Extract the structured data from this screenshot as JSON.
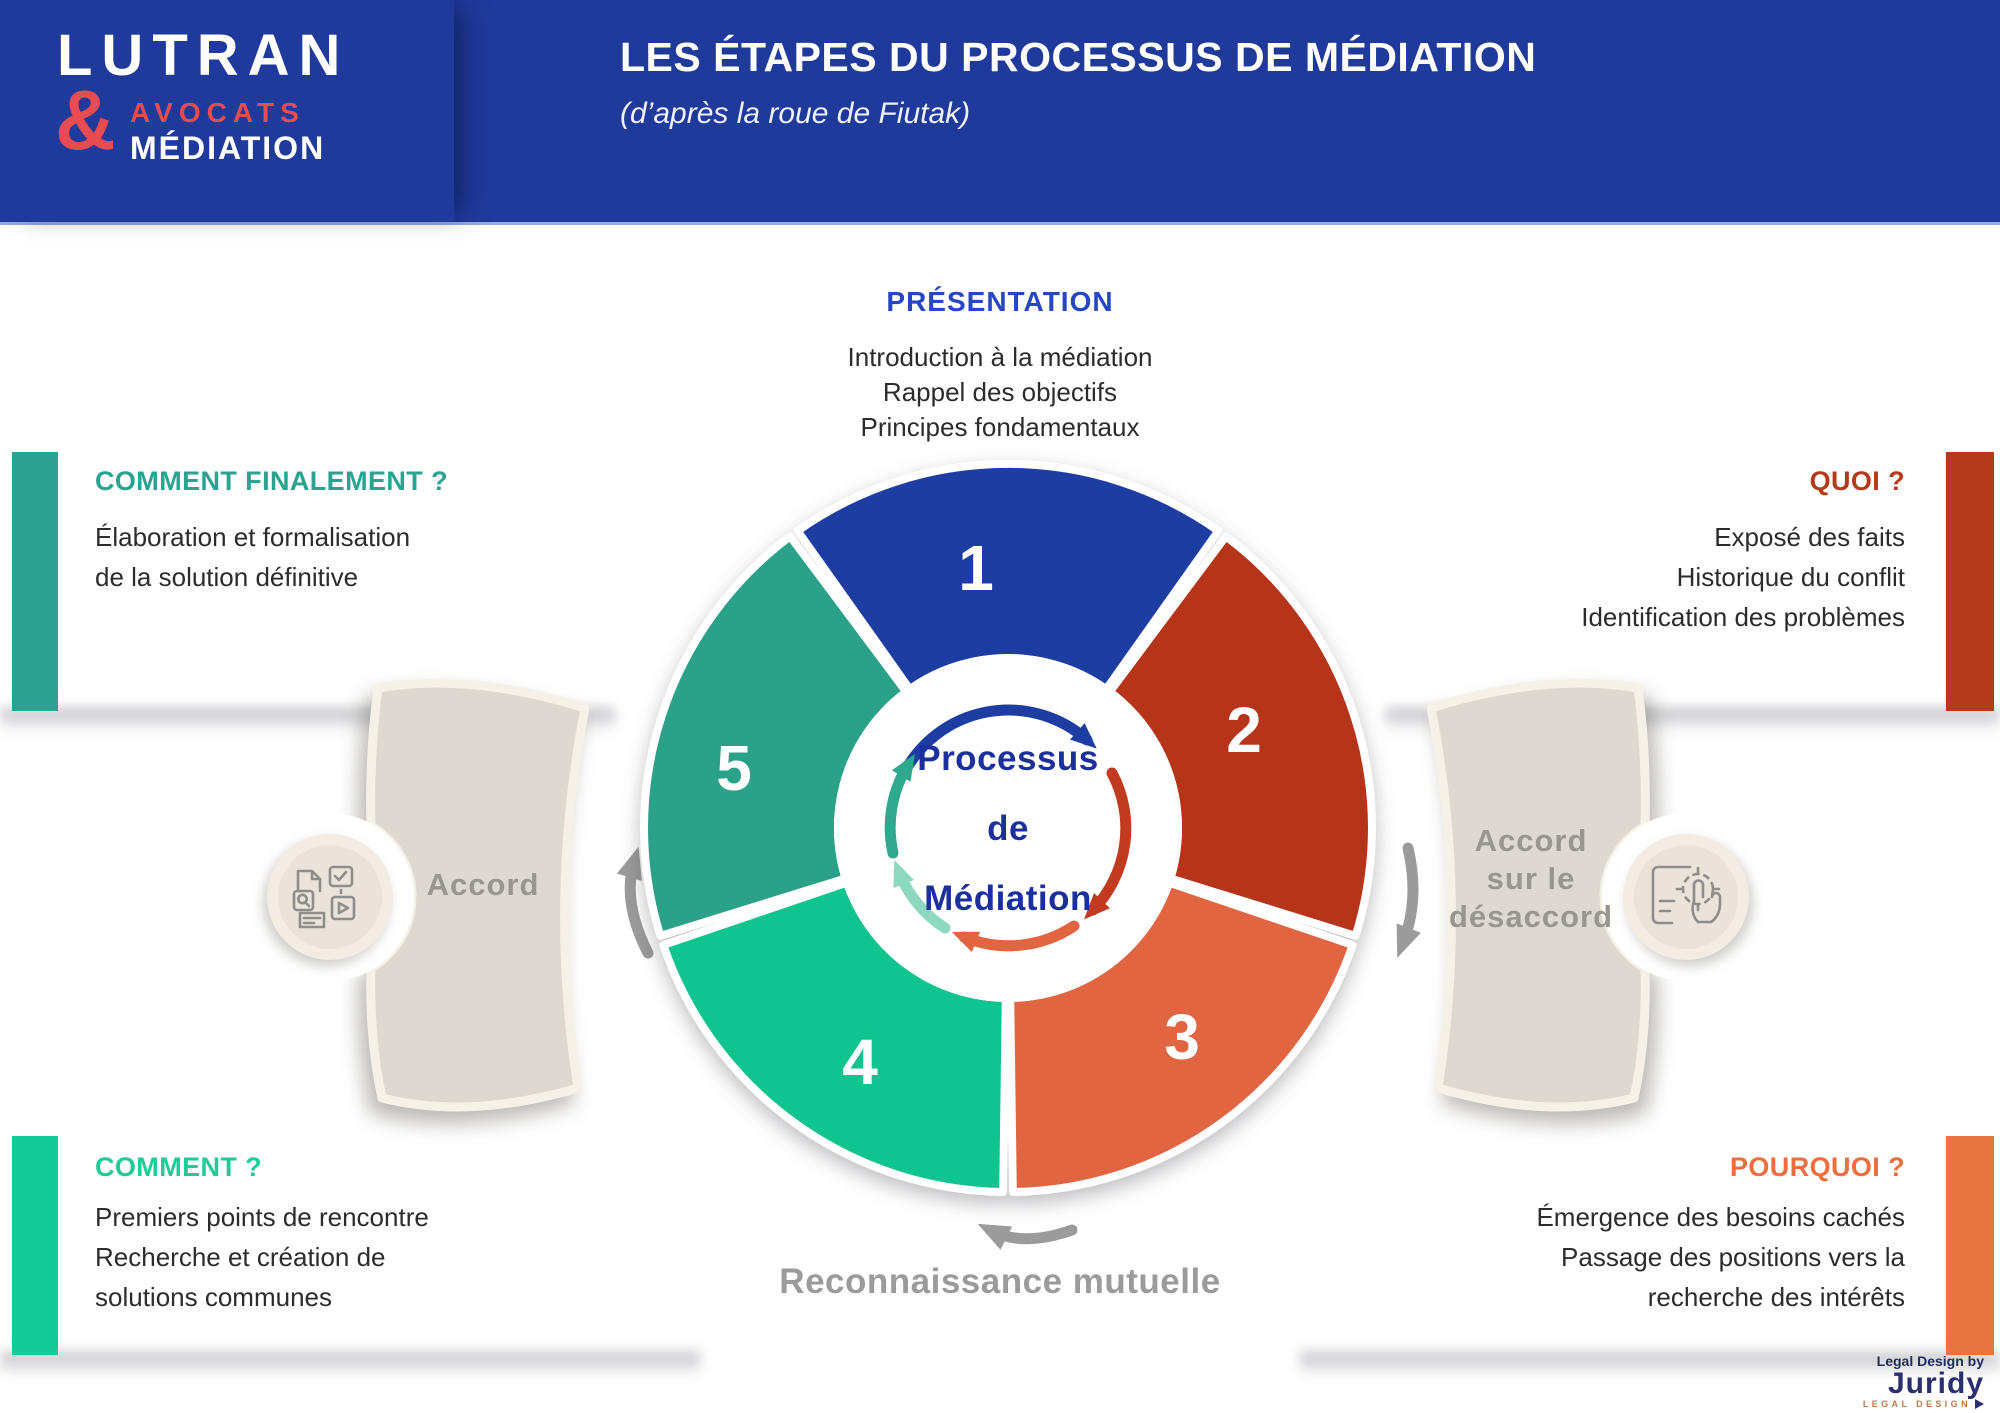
{
  "header": {
    "logo": {
      "line1": "LUTRAN",
      "ampersand": "&",
      "line2": "AVOCATS",
      "line3": "MÉDIATION"
    },
    "title": "LES ÉTAPES DU PROCESSUS DE MÉDIATION",
    "subtitle": "(d’après la roue de Fiutak)"
  },
  "presentation": {
    "title": "PRÉSENTATION",
    "lines": [
      "Introduction à la médiation",
      "Rappel des objectifs",
      "Principes fondamentaux"
    ]
  },
  "cards": {
    "comment_finalement": {
      "title": "COMMENT FINALEMENT ?",
      "lines": [
        "Élaboration et formalisation",
        "de la solution définitive"
      ]
    },
    "quoi": {
      "title": "QUOI ?",
      "lines": [
        "Exposé des faits",
        "Historique du conflit",
        "Identification des problèmes"
      ]
    },
    "comment": {
      "title": "COMMENT ?",
      "lines": [
        "Premiers points de rencontre",
        "Recherche et création de",
        "solutions communes"
      ]
    },
    "pourquoi": {
      "title": "POURQUOI ?",
      "lines": [
        "Émergence des besoins cachés",
        "Passage des positions vers la",
        "recherche des intérêts"
      ]
    }
  },
  "wheel": {
    "center_label_lines": [
      "Processus",
      "de",
      "Médiation"
    ],
    "steps": [
      {
        "number": "1",
        "phase": "PRÉSENTATION",
        "color": "#1e3da3"
      },
      {
        "number": "2",
        "phase": "QUOI ?",
        "color": "#b5341a"
      },
      {
        "number": "3",
        "phase": "POURQUOI ?",
        "color": "#e06540"
      },
      {
        "number": "4",
        "phase": "COMMENT ?",
        "color": "#10c48f"
      },
      {
        "number": "5",
        "phase": "COMMENT FINALEMENT ?",
        "color": "#2aa188"
      }
    ]
  },
  "side_left": {
    "label": "Accord"
  },
  "side_right": {
    "label_lines": [
      "Accord",
      "sur le",
      "désaccord"
    ]
  },
  "bottom_label": "Reconnaissance mutuelle",
  "footer": {
    "credit": "Legal Design by",
    "brand": "Juridy",
    "brand_sub": "LEGAL DESIGN"
  },
  "colors": {
    "header_blue": "#203a9b",
    "presentation_blue": "#2746c6",
    "center_text_navy": "#1c2f9e",
    "teal": "#2aa392",
    "bright_green": "#13cb96",
    "dark_red": "#b5391b",
    "orange": "#e8743f",
    "logo_red": "#e84b50",
    "gray_text": "#9c9b9b",
    "beige_fan": "#ded9d0",
    "body_text": "#2c2c2e"
  }
}
